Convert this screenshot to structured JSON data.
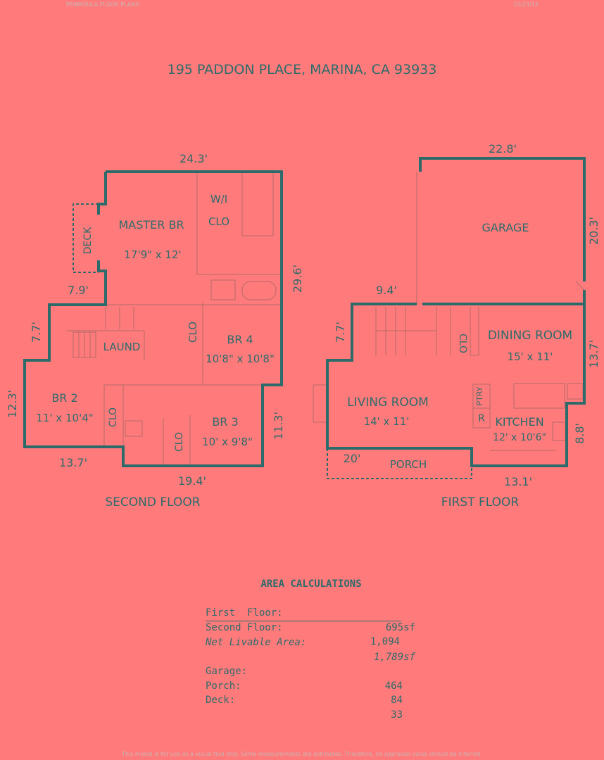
{
  "header": {
    "company": "PENINSULA FLOOR PLANS",
    "date": "10/23/12"
  },
  "title": "195 PADDON PLACE, MARINA, CA  93933",
  "second_floor": {
    "label": "SECOND FLOOR",
    "rooms": {
      "master": {
        "name": "MASTER BR",
        "size": "17'9\" x 12'"
      },
      "wi": "W/I",
      "clo_master": "CLO",
      "deck": "DECK",
      "laund": "LAUND",
      "clo_br4": "CLO",
      "br4": {
        "name": "BR 4",
        "size": "10'8\" x 10'8\""
      },
      "br2": {
        "name": "BR 2",
        "size": "11' x 10'4\""
      },
      "clo_br2": "CLO",
      "clo_br3": "CLO",
      "br3": {
        "name": "BR 3",
        "size": "10' x 9'8\""
      }
    },
    "dims": {
      "top": "24.3'",
      "right": "29.6'",
      "deck_w": "7.9'",
      "left_upper": "7.7'",
      "left_lower": "12.3'",
      "bottom_left": "13.7'",
      "bottom": "19.4'",
      "right_lower": "11.3'"
    }
  },
  "first_floor": {
    "label": "FIRST FLOOR",
    "rooms": {
      "garage": "GARAGE",
      "dining": {
        "name": "DINING ROOM",
        "size": "15' x 11'"
      },
      "clo": "CLO",
      "living": {
        "name": "LIVING ROOM",
        "size": "14' x 11'"
      },
      "ptry": "PTRY",
      "r": "R",
      "kitchen": {
        "name": "KITCHEN",
        "size": "12' x 10'6\""
      },
      "porch": "PORCH"
    },
    "dims": {
      "garage_top": "22.8'",
      "garage_right": "20.3'",
      "left_top": "9.4'",
      "left": "7.7'",
      "right_mid": "13.7'",
      "right_lower": "8.8'",
      "porch": "20'",
      "bottom": "13.1'"
    }
  },
  "area_calculations": {
    "heading": "AREA CALCULATIONS",
    "first_floor": {
      "label": "First  Floor:",
      "value": "695sf"
    },
    "second_floor": {
      "label": "Second Floor:",
      "value": "1,094"
    },
    "net": {
      "label": "Net Livable Area:",
      "value": "1,789sf"
    },
    "garage": {
      "label": "Garage:",
      "value": "464"
    },
    "porch": {
      "label": "Porch:",
      "value": "84"
    },
    "deck": {
      "label": "Deck:",
      "value": "33"
    }
  },
  "footer": "This model is for use as a visual tool only.  Some measurements are estimates.  Therefore, no appraisal value should be inferred."
}
